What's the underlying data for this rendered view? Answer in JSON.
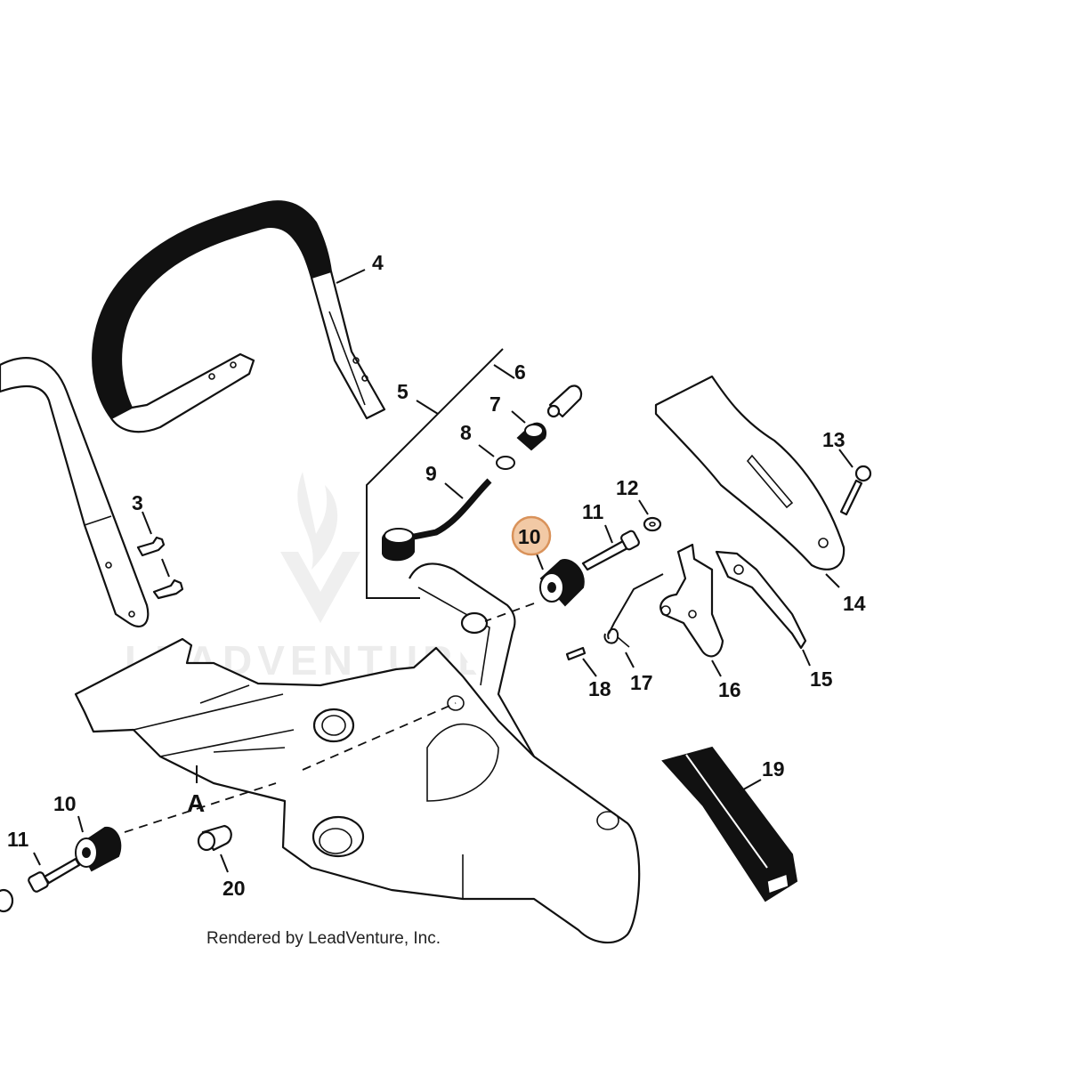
{
  "diagram": {
    "callouts": [
      {
        "id": "c4",
        "text": "4"
      },
      {
        "id": "c5",
        "text": "5"
      },
      {
        "id": "c6",
        "text": "6"
      },
      {
        "id": "c7",
        "text": "7"
      },
      {
        "id": "c8",
        "text": "8"
      },
      {
        "id": "c9",
        "text": "9"
      },
      {
        "id": "c3",
        "text": "3"
      },
      {
        "id": "c10",
        "text": "10",
        "highlighted": true
      },
      {
        "id": "c11",
        "text": "11"
      },
      {
        "id": "c12",
        "text": "12"
      },
      {
        "id": "c13",
        "text": "13"
      },
      {
        "id": "c14",
        "text": "14"
      },
      {
        "id": "c15",
        "text": "15"
      },
      {
        "id": "c16",
        "text": "16"
      },
      {
        "id": "c17",
        "text": "17"
      },
      {
        "id": "c18",
        "text": "18"
      },
      {
        "id": "c19",
        "text": "19"
      },
      {
        "id": "c10b",
        "text": "10"
      },
      {
        "id": "c11b",
        "text": "11"
      },
      {
        "id": "c20",
        "text": "20"
      }
    ],
    "section_label": "A",
    "credit": "Rendered by LeadVenture, Inc.",
    "watermark": "LEADVENTURE",
    "highlight_color": "#d9925a"
  }
}
